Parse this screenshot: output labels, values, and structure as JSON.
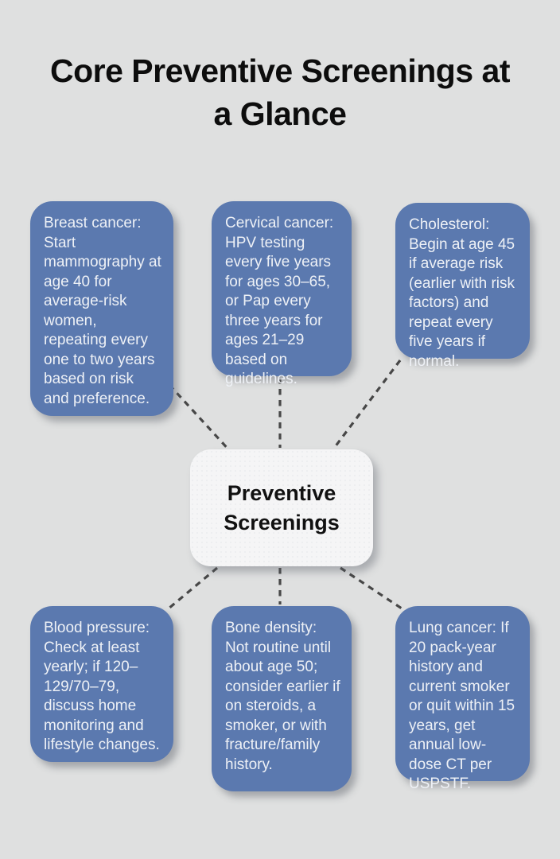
{
  "title": {
    "line1": "Core Preventive Screenings at",
    "line2": "a Glance"
  },
  "center": {
    "label": "Preventive Screenings"
  },
  "nodes": [
    {
      "id": "breast-cancer",
      "position": "top-left",
      "text": "Breast cancer: Start mammography at age 40 for average-risk women, repeating every one to two years based on risk and preference."
    },
    {
      "id": "cervical-cancer",
      "position": "top-middle",
      "text": "Cervical cancer: HPV testing every five years for ages 30–65, or Pap every three years for ages 21–29 based on guidelines."
    },
    {
      "id": "cholesterol",
      "position": "top-right",
      "text": "Cholesterol: Begin at age 45 if average risk (earlier with risk factors) and repeat every five years if normal."
    },
    {
      "id": "blood-pressure",
      "position": "bottom-left",
      "text": "Blood pressure: Check at least yearly; if 120–129/70–79, discuss home monitoring and lifestyle changes."
    },
    {
      "id": "bone-density",
      "position": "bottom-middle",
      "text": "Bone density: Not routine until about age 50; consider earlier if on steroids, a smoker, or with fracture/family history."
    },
    {
      "id": "lung-cancer",
      "position": "bottom-right",
      "text": "Lung cancer: If 20 pack-year history and current smoker or quit within 15 years, get annual low-dose CT per USPSTF."
    }
  ],
  "colors": {
    "background": "#dfe0e0",
    "node_fill": "#5b79af",
    "node_text": "#eef1f6",
    "center_fill": "#f5f5f6",
    "center_text": "#111111",
    "connector": "#474747",
    "title_text": "#0d0d0d"
  }
}
